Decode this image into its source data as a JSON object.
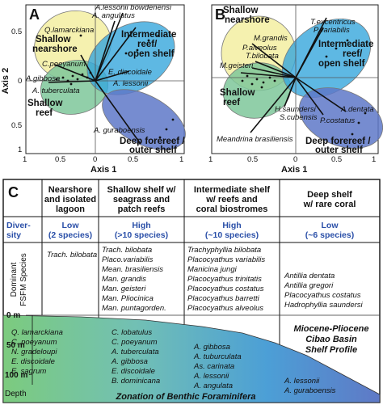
{
  "colors": {
    "nearshore": "#f4efa6",
    "shelf": "#9ed3e6",
    "intermediate": "#36a6dc",
    "deep": "#5e78c8",
    "reef": "#7ec79a",
    "blue_text": "#2a4fa8"
  },
  "panel_a": {
    "label": "A",
    "axis1_label": "Axis 1",
    "axis2_label": "Axis 2",
    "x_ticks": [
      "1",
      "0.5",
      "0",
      "0.5",
      "1"
    ],
    "y_ticks": [
      "0.5",
      "0",
      "0.5",
      "1"
    ],
    "zones": {
      "nearshore": [
        "Shallow",
        "nearshore"
      ],
      "intermediate": [
        "Intermediate",
        "reef/",
        "open shelf"
      ],
      "reef": [
        "Shallow",
        "reef"
      ],
      "deep": [
        "Deep forereef /",
        "outer shelf"
      ]
    },
    "species": [
      "A.lessonii bowdenensi",
      "A. angulatus",
      "Q.lamarckiana",
      "C.poeyanum",
      "E. discoidale",
      "A.gibbosa",
      "A. lessonii",
      "A. tuberculata",
      "A. guraboensis"
    ]
  },
  "panel_b": {
    "label": "B",
    "axis1_label": "Axis 1",
    "x_ticks": [
      "1",
      "0.5",
      "0",
      "0.5",
      "1"
    ],
    "zones": {
      "nearshore": [
        "Shallow",
        "nearshore"
      ],
      "intermediate": [
        "Intermediate",
        "reef/",
        "open shelf"
      ],
      "reef": [
        "Shallow",
        "reef"
      ],
      "deep": [
        "Deep forereef /",
        "outer shelf"
      ]
    },
    "species": [
      "T.excentricus",
      "P.variabilis",
      "M.grandis",
      "P.alveolus",
      "T.bilobata",
      "M.geisteri",
      "H.saundersi",
      "S.cubensis",
      "A.dentata",
      "P.costatus",
      "Meandrina brasiliensis"
    ]
  },
  "panel_c": {
    "label": "C",
    "columns": [
      {
        "header": [
          "Nearshore",
          "and isolated",
          "lagoon"
        ],
        "diversity": [
          "Low",
          "(2 species)"
        ],
        "species": [
          "Trach. bilobata"
        ]
      },
      {
        "header": [
          "Shallow shelf w/",
          "seagrass and",
          "patch reefs"
        ],
        "diversity": [
          "High",
          "(>10 species)"
        ],
        "species": [
          "Trach. bilobata",
          "Placo.variabilis",
          "Mean. brasiliensis",
          "Man. grandis",
          "Man. geisteri",
          "Man. Pliocinica",
          "Man. puntagorden."
        ]
      },
      {
        "header": [
          "Intermediate shelf",
          "w/ reefs and",
          "coral biostromes"
        ],
        "diversity": [
          "High",
          "(~10 species)"
        ],
        "species": [
          "Trachyphyllia bilobata",
          "Placocyathus variabilis",
          "Manicina jungi",
          "Placocyathus trinitatis",
          "Placocyathus costatus",
          "Placocyathus barretti",
          "Placocyathus alveolus"
        ]
      },
      {
        "header": [
          "Deep shelf",
          "w/ rare coral"
        ],
        "diversity": [
          "Low",
          "(~6 species)"
        ],
        "species": [
          "Antillia dentata",
          "Antillia gregori",
          "Placocyathus costatus",
          "Hadrophyllia saundersi"
        ]
      }
    ],
    "diversity_label": [
      "Diver-",
      "sity"
    ],
    "fsfm_label": [
      "Dominant",
      "FSFM Species"
    ],
    "depth_ticks": [
      "0 m",
      "50 m",
      "100 m"
    ],
    "depth_label": "Depth",
    "profile_title": [
      "Miocene-Pliocene",
      "Cibao Basin",
      "Shelf Profile"
    ],
    "foram_title": "Zonation of Benthic Foraminifera",
    "foram_zones": [
      [
        "Q. lamarckiana",
        "C. poeyanum",
        "N. gradeloupi",
        "E. discoidale",
        "E. sagrum"
      ],
      [
        "C. lobatulus",
        "C. poeyanum",
        "A. tuberculata",
        "A. gibbosa",
        "E. discoidale",
        "B. dominicana"
      ],
      [
        "A. gibbosa",
        "A. tuburculata",
        "As. carinata",
        "A. lessonii",
        "A. angulata"
      ],
      [
        "A. lessonii",
        "A. guraboensis"
      ]
    ]
  }
}
